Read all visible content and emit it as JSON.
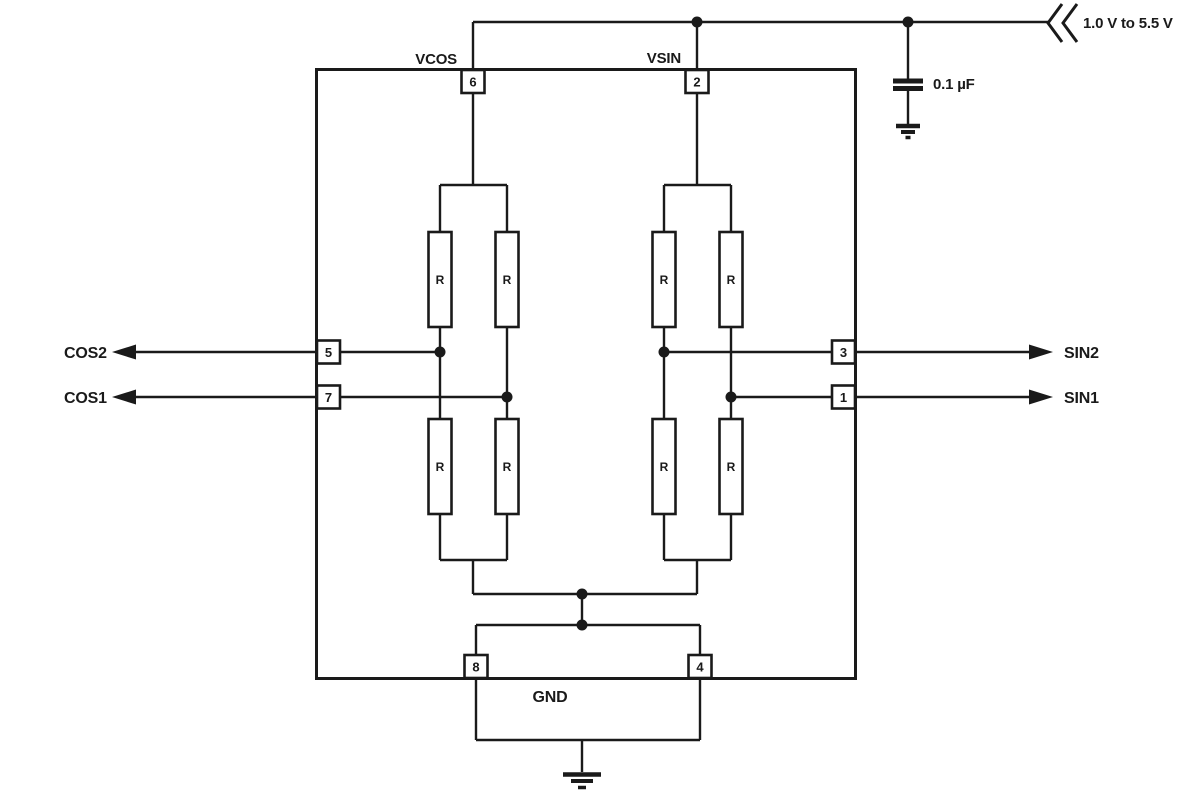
{
  "diagram": {
    "description": "Dual Wheatstone bridge magnetic angle sensor schematic with supply, decoupling capacitor and grounds",
    "colors": {
      "line": "#1a1a1a",
      "background": "#ffffff"
    },
    "supply": {
      "label": "1.0 V to 5.5 V"
    },
    "capacitor": {
      "label": "0.1 µF"
    },
    "labels": {
      "vcos": "VCOS",
      "vsin": "VSIN",
      "gnd": "GND",
      "cos2": "COS2",
      "cos1": "COS1",
      "sin2": "SIN2",
      "sin1": "SIN1",
      "resistor": "R"
    },
    "pins": {
      "p6": "6",
      "p2": "2",
      "p5": "5",
      "p7": "7",
      "p3": "3",
      "p1": "1",
      "p8": "8",
      "p4": "4"
    }
  }
}
